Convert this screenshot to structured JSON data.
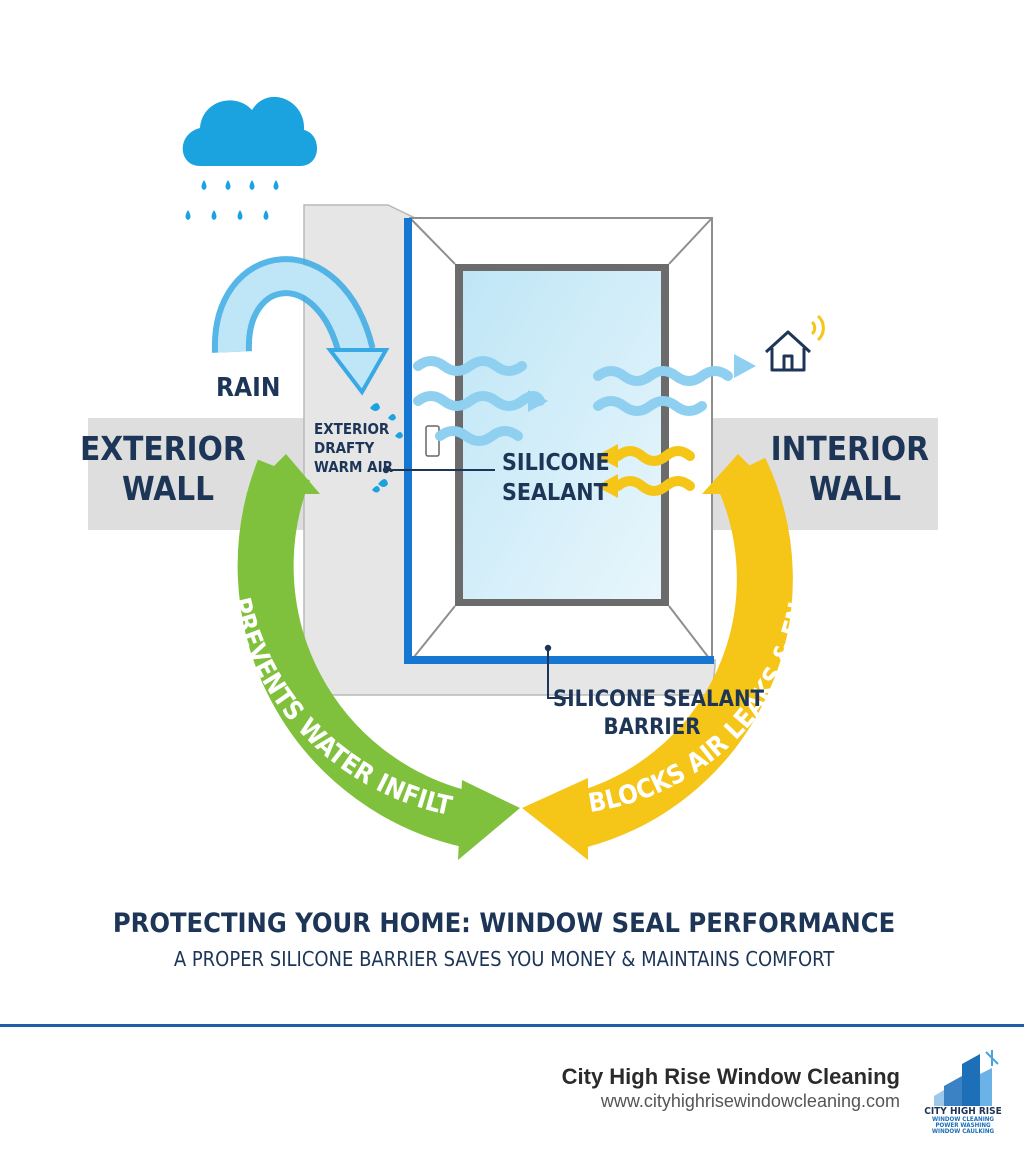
{
  "labels": {
    "rain": "RAIN",
    "exterior_wall": [
      "EXTERIOR",
      "WALL"
    ],
    "interior_wall": [
      "INTERIOR",
      "WALL"
    ],
    "drafty_air": [
      "EXTERIOR",
      "DRAFTY",
      "WARM AIR"
    ],
    "silicone_sealant": [
      "SILICONE",
      "SEALANT"
    ],
    "sealant_barrier": [
      "SILICONE SEALANT",
      "BARRIER"
    ]
  },
  "arcs": {
    "green": "PREVENTS WATER INFILTRATION",
    "yellow": "BLOCKS AIR LEAKS & ENERGY LOSS"
  },
  "title": "PROTECTING YOUR HOME: WINDOW SEAL PERFORMANCE",
  "subtitle": "A PROPER SILICONE BARRIER SAVES YOU MONEY & MAINTAINS COMFORT",
  "brand": {
    "name": "City High Rise Window Cleaning",
    "url": "www.cityhighrisewindowcleaning.com",
    "logo_lines": [
      "CITY HIGH RISE",
      "WINDOW CLEANING",
      "POWER WASHING",
      "WINDOW CAULKING"
    ]
  },
  "colors": {
    "navy": "#1d3557",
    "sky_blue": "#1ba3e0",
    "sealant_blue": "#1677d2",
    "green": "#7fc13c",
    "yellow": "#f5c518",
    "wall_grey": "#dedede"
  },
  "icons": [
    "rain-cloud-icon",
    "house-wifi-icon",
    "window-handle-icon"
  ]
}
